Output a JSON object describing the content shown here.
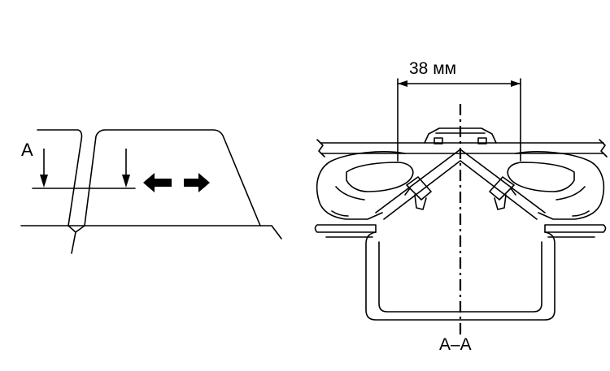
{
  "labels": {
    "section_mark": "A",
    "dimension": "38 мм",
    "section_name": "A–A"
  },
  "colors": {
    "ink": "#000000",
    "background": "#ffffff"
  },
  "icons": {
    "left_arrow": "left-arrow-icon",
    "right_arrow": "right-arrow-icon",
    "down_arrow": "down-arrow-icon"
  }
}
